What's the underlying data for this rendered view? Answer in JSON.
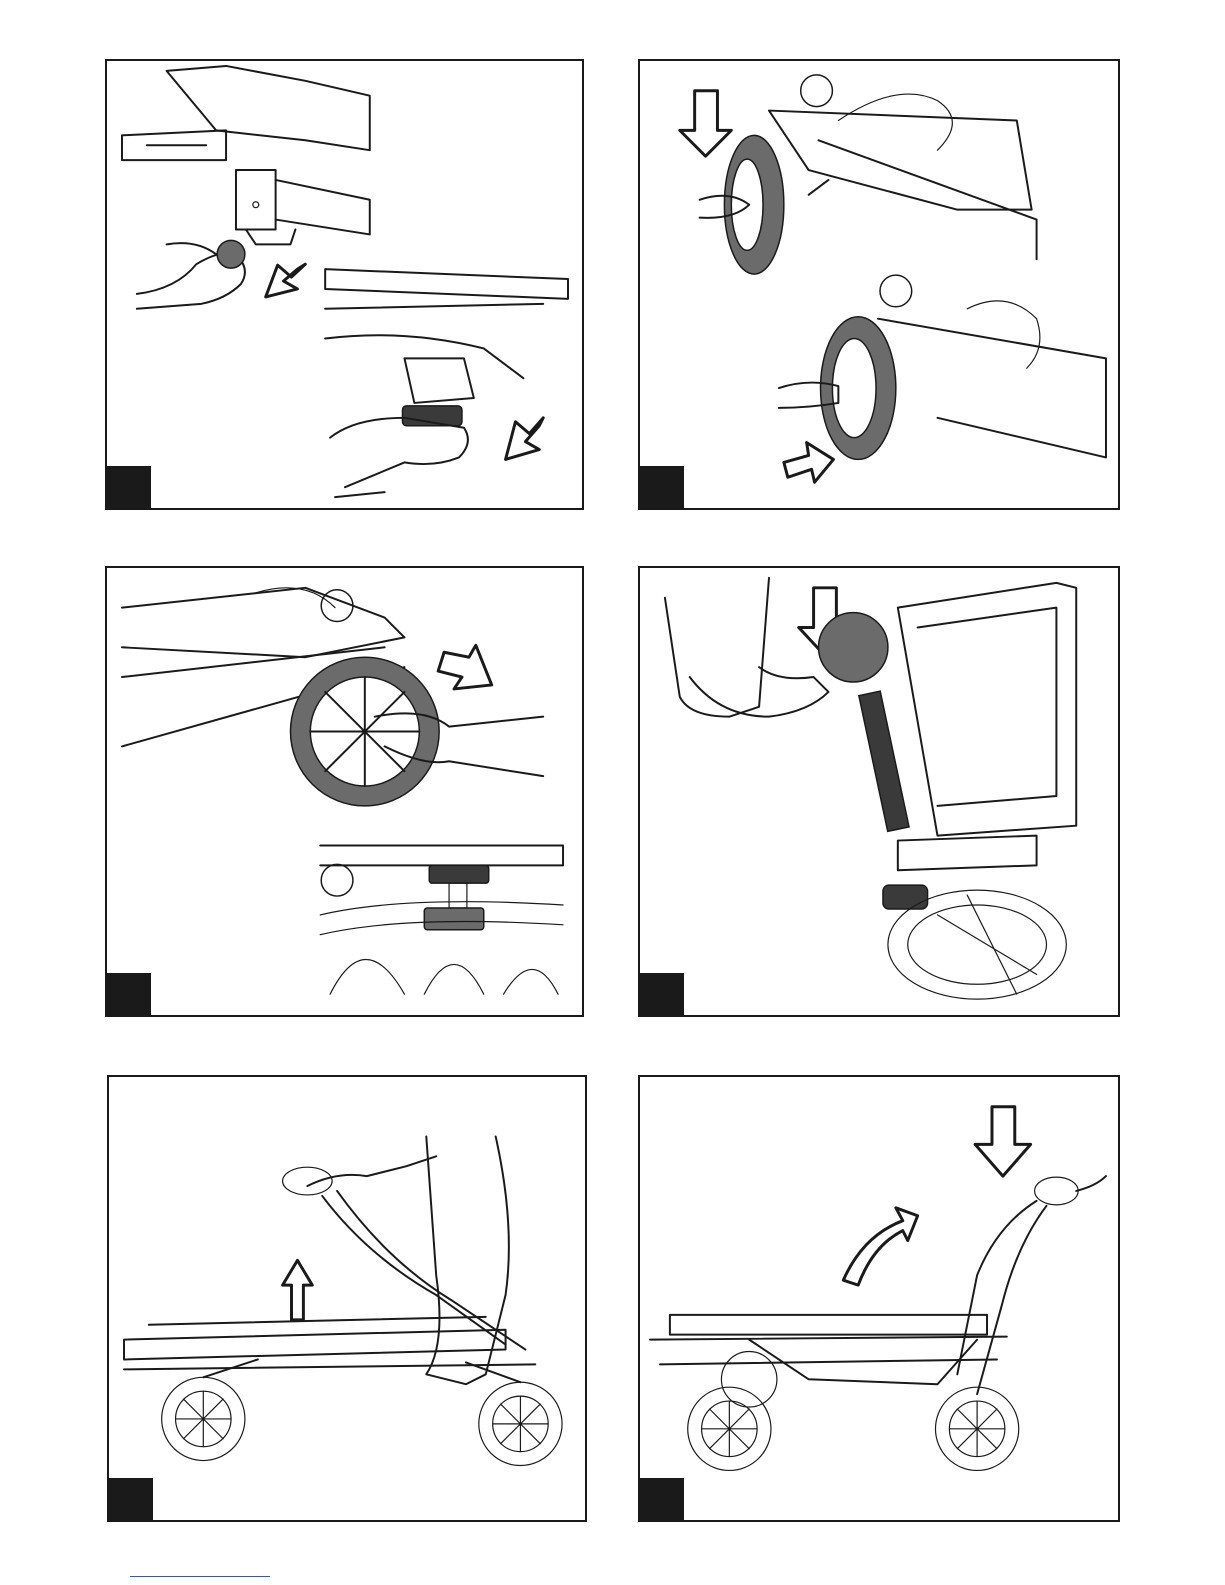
{
  "page": {
    "description_free": true,
    "colors": {
      "line": "#1a1a1a",
      "tab": "#1a1a1a",
      "wheel_shade": "#6b6b6b",
      "link": "#3355cc"
    }
  },
  "panels": [
    {
      "id": "p1",
      "icons": [
        "hand-icon",
        "arrow-down-left-icon",
        "stroller-frame-icon"
      ]
    },
    {
      "id": "p2",
      "icons": [
        "arrow-down-icon",
        "wheel-icon",
        "arrow-right-icon"
      ]
    },
    {
      "id": "p3",
      "icons": [
        "wheel-icon",
        "arrow-down-right-icon",
        "axle-detail-icon"
      ]
    },
    {
      "id": "p4",
      "icons": [
        "arrow-down-icon",
        "foot-icon",
        "brake-pedal-icon"
      ]
    },
    {
      "id": "p5",
      "icons": [
        "curved-arrow-up-icon",
        "stroller-frame-icon"
      ]
    },
    {
      "id": "p6",
      "icons": [
        "arrow-down-icon",
        "curved-arrow-up-right-icon",
        "stroller-frame-icon"
      ]
    }
  ]
}
